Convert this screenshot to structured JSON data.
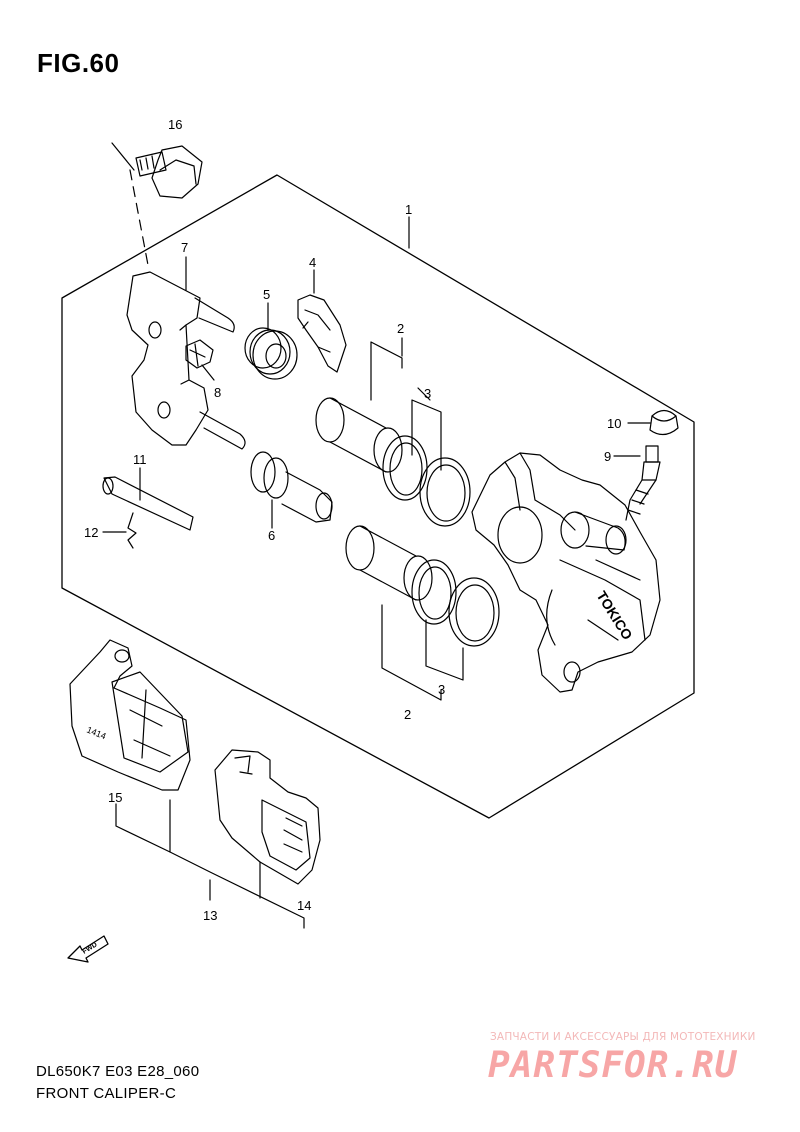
{
  "figure": {
    "title": "FIG.60",
    "model_code": "DL650K7 E03 E28_060",
    "section_name": "FRONT CALIPER-C"
  },
  "callouts": [
    "1",
    "2",
    "3",
    "4",
    "5",
    "6",
    "7",
    "8",
    "9",
    "10",
    "11",
    "12",
    "13",
    "14",
    "15",
    "16"
  ],
  "callouts_repeat": {
    "lower_2": "2",
    "lower_3": "3"
  },
  "embossed": {
    "caliper_brand": "TOKICO",
    "fwd_arrow": "FWD",
    "pad_mark": "1414"
  },
  "watermark": {
    "tagline": "ЗАПЧАСТИ И АКСЕССУАРЫ ДЛЯ МОТОТЕХНИКИ",
    "site": "PARTSFOR.RU",
    "color": "#f7a6a6"
  },
  "colors": {
    "ink": "#000000",
    "background": "#ffffff"
  }
}
